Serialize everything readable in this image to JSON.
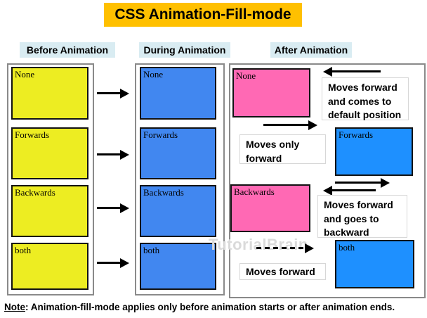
{
  "title": "CSS Animation-Fill-mode",
  "columns": {
    "before": {
      "header": "Before Animation",
      "boxes": [
        "None",
        "Forwards",
        "Backwards",
        "both"
      ]
    },
    "during": {
      "header": "During Animation",
      "boxes": [
        "None",
        "Forwards",
        "Backwards",
        "both"
      ]
    },
    "after": {
      "header": "After Animation",
      "rows": [
        {
          "box": "None",
          "color": "#FF69B4",
          "note": "Moves forward and comes to default position"
        },
        {
          "box": "Forwards",
          "color": "#1E90FF",
          "note": "Moves only forward"
        },
        {
          "box": "Backwards",
          "color": "#FF69B4",
          "note": "Moves forward and goes to backward"
        },
        {
          "box": "both",
          "color": "#1E90FF",
          "note": "Moves forward"
        }
      ]
    }
  },
  "icons": {
    "arrow_right": "→",
    "arrow_left": "←",
    "arrow_dashed_right": "⇢"
  },
  "watermark": "TutorialBrain",
  "footer": {
    "note_label": "Note",
    "note_text": ": Animation-fill-mode applies only before animation starts or after animation ends."
  },
  "colors": {
    "title_bg": "#FFC000",
    "header_bg": "#D9ECF2",
    "before_box": "#EDED22",
    "during_box": "#4187F0",
    "after_blue": "#1E90FF",
    "after_pink": "#FF69B4",
    "container_border": "#8A8A8A",
    "box_border": "#121212",
    "arrow": "#000000",
    "watermark": "#DADADA"
  }
}
